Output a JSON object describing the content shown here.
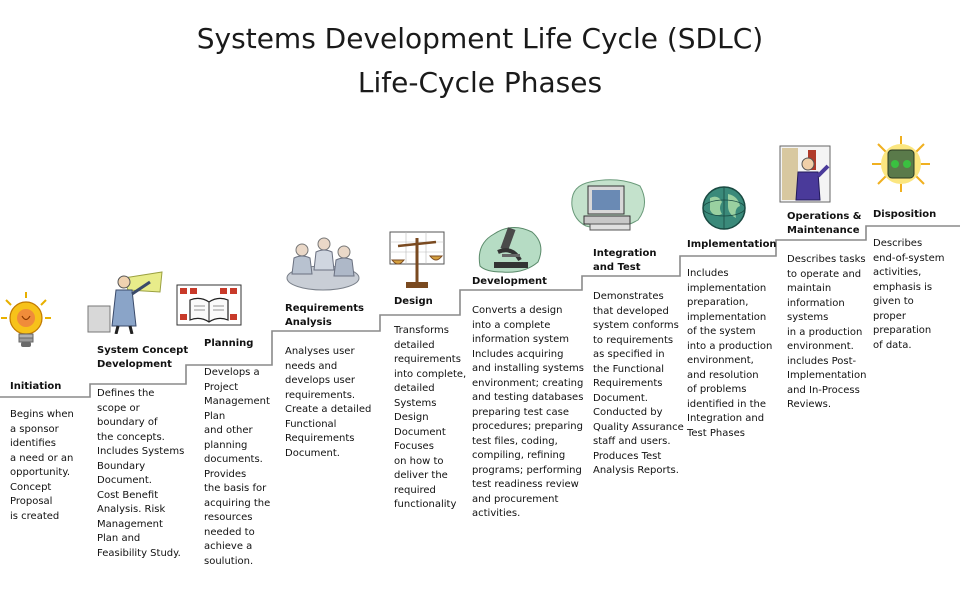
{
  "title_line1": "Systems Development Life Cycle (SDLC)",
  "title_line2": "Life-Cycle Phases",
  "phases": [
    {
      "title": "Initiation",
      "icon": "lightbulb-icon",
      "description": "Begins when\na sponsor\nidentifies\na need or an\nopportunity.\nConcept\nProposal\nis created"
    },
    {
      "title": "System Concept\nDevelopment",
      "icon": "presenter-icon",
      "description": "Defines the\nscope or\nboundary of\nthe concepts.\nIncludes Systems\nBoundary\nDocument.\nCost Benefit\nAnalysis. Risk\nManagement\nPlan and\nFeasibility Study."
    },
    {
      "title": "Planning",
      "icon": "book-icon",
      "description": "Develops a\nProject\nManagement\nPlan\nand other\nplanning\ndocuments.\nProvides\nthe basis for\nacquiring the\nresources\nneeded to\nachieve a\nsoulution."
    },
    {
      "title": "Requirements\nAnalysis",
      "icon": "meeting-icon",
      "description": "Analyses user\nneeds and\ndevelops user\nrequirements.\nCreate a detailed\nFunctional\nRequirements\nDocument."
    },
    {
      "title": "Design",
      "icon": "scales-icon",
      "description": "Transforms\ndetailed\nrequirements\ninto complete,\ndetailed\nSystems\nDesign\nDocument\nFocuses\non how to\ndeliver the\nrequired\nfunctionality"
    },
    {
      "title": "Development",
      "icon": "microscope-icon",
      "description": "Converts a design\ninto a complete\ninformation system\nIncludes acquiring\nand installing systems\nenvironment; creating\nand testing databases\npreparing test case\nprocedures; preparing\ntest files, coding,\ncompiling, refining\nprograms; performing\ntest readiness review\nand procurement\nactivities."
    },
    {
      "title": "Integration\nand Test",
      "icon": "computer-icon",
      "description": "Demonstrates\nthat developed\nsystem conforms\nto requirements\nas specified in\nthe Functional\nRequirements\nDocument.\nConducted by\nQuality Assurance\nstaff and users.\nProduces Test\nAnalysis Reports."
    },
    {
      "title": "Implementation",
      "icon": "globe-icon",
      "description": "Includes\nimplementation\npreparation,\nimplementation\nof the system\ninto a production\nenvironment,\nand resolution\nof problems\nidentified in the\nIntegration and\nTest Phases"
    },
    {
      "title": "Operations &\nMaintenance",
      "icon": "maintenance-person-icon",
      "description": "Describes tasks\nto operate and\nmaintain\ninformation\nsystems\nin a production\nenvironment.\nincludes Post-\nImplementation\nand In-Process\nReviews."
    },
    {
      "title": "Disposition",
      "icon": "traffic-light-icon",
      "description": "Describes\nend-of-system\nactivities,\nemphasis is\ngiven to\nproper\npreparation\nof data."
    }
  ]
}
